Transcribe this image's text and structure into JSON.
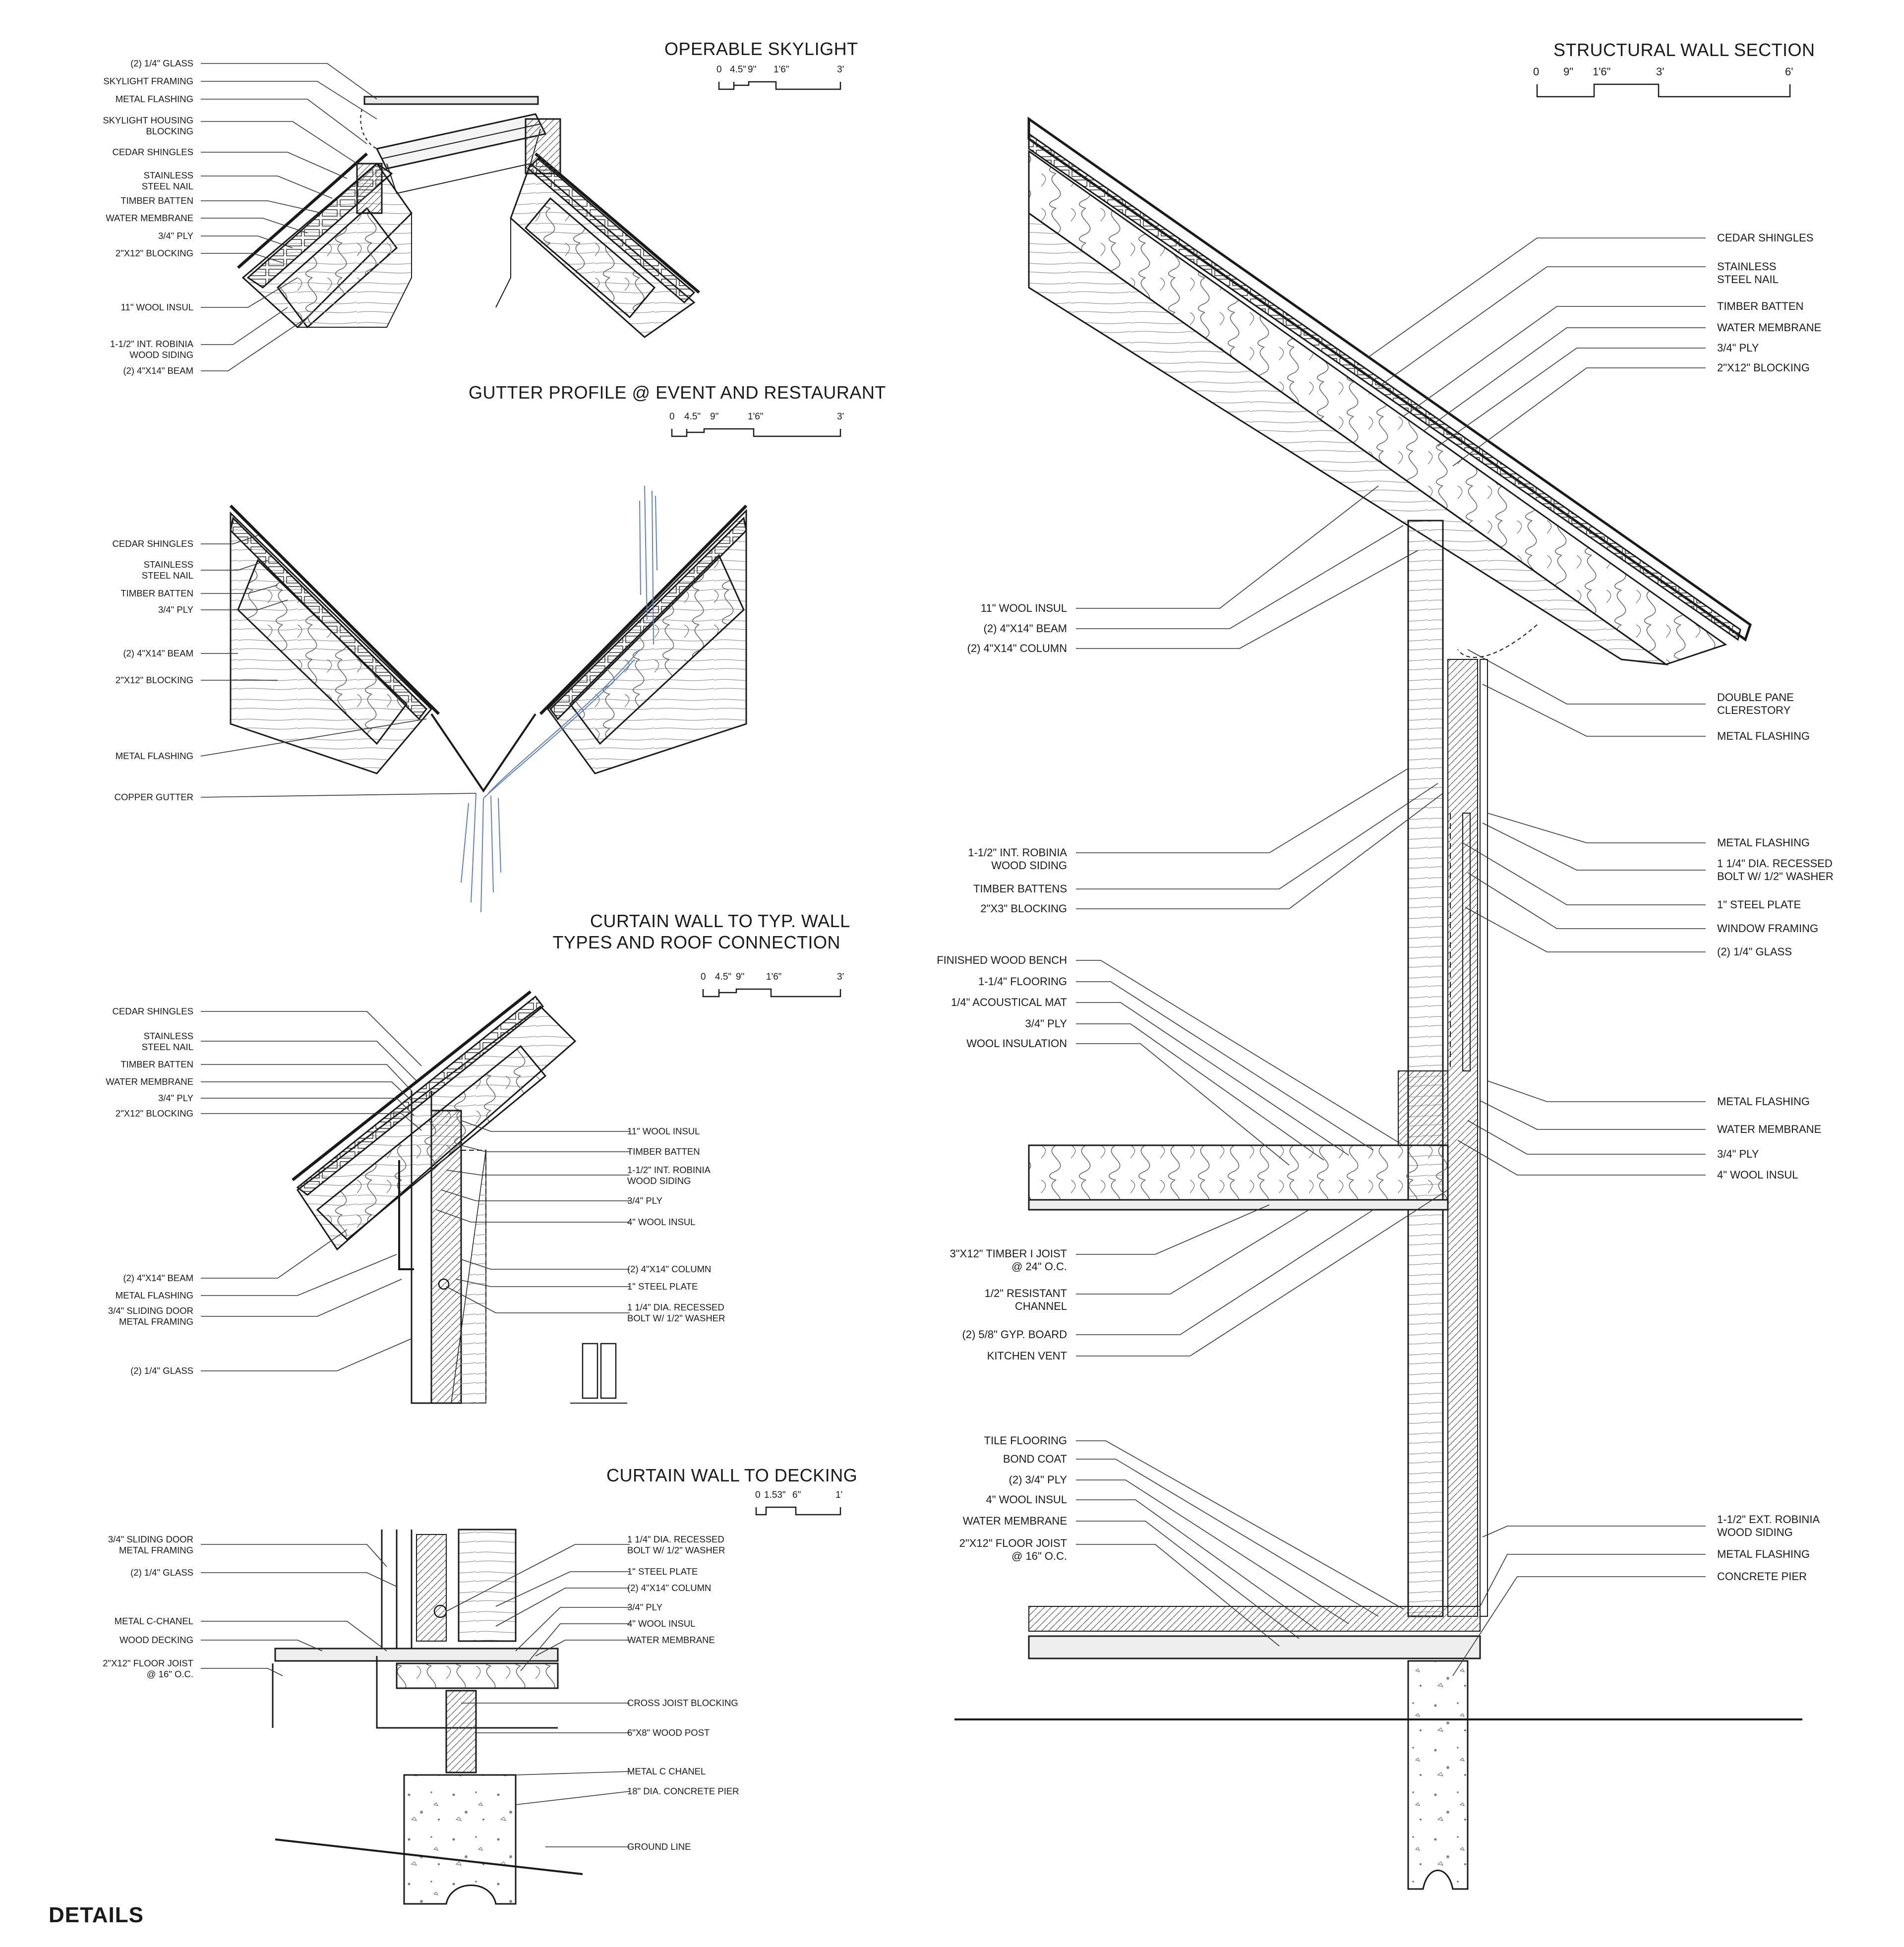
{
  "sheet_title": "DETAILS",
  "details": {
    "skylight": {
      "title": "OPERABLE SKYLIGHT",
      "scale": [
        "0",
        "4.5\"",
        "9\"",
        "1'6\"",
        "3'"
      ],
      "labels": [
        "(2) 1/4\" GLASS",
        "SKYLIGHT FRAMING",
        "METAL FLASHING",
        "SKYLIGHT HOUSING\nBLOCKING",
        "CEDAR SHINGLES",
        "STAINLESS\nSTEEL NAIL",
        "TIMBER BATTEN",
        "WATER MEMBRANE",
        "3/4\" PLY",
        "2\"x12\" BLOCKING",
        "11\" WOOL INSUL",
        "1-1/2\" INT. ROBINIA\nWOOD SIDING",
        "(2) 4\"x14\" BEAM"
      ]
    },
    "gutter": {
      "title": "GUTTER PROFILE @ EVENT AND RESTAURANT",
      "scale": [
        "0",
        "4.5\"",
        "9\"",
        "1'6\"",
        "3'"
      ],
      "labels": [
        "CEDAR SHINGLES",
        "STAINLESS\nSTEEL NAIL",
        "TIMBER BATTEN",
        "3/4\" PLY",
        "(2) 4\"x14\" BEAM",
        "2\"x12\" BLOCKING",
        "METAL FLASHING",
        "COPPER GUTTER"
      ]
    },
    "curtain_roof": {
      "title_line1": "CURTAIN WALL TO TYP. WALL",
      "title_line2": "TYPES AND ROOF CONNECTION",
      "scale": [
        "0",
        "4.5\"",
        "9\"",
        "1'6\"",
        "3'"
      ],
      "labels_left": [
        "CEDAR SHINGLES",
        "STAINLESS\nSTEEL NAIL",
        "TIMBER BATTEN",
        "WATER MEMBRANE",
        "3/4\" PLY",
        "2\"x12\" BLOCKING",
        "(2) 4\"x14\" BEAM",
        "METAL FLASHING",
        "3/4\" SLIDING DOOR\nMETAL FRAMING",
        "(2) 1/4\" GLASS"
      ],
      "labels_right": [
        "11\" WOOL INSUL",
        "TIMBER BATTEN",
        "1-1/2\" INT. ROBINIA\nWOOD SIDING",
        "3/4\" PLY",
        "4\" WOOL INSUL",
        "(2) 4\"x14\" COLUMN",
        "1\" STEEL PLATE",
        "1 1/4\" DIA. RECESSED\nBOLT w/ 1/2\" WASHER"
      ]
    },
    "curtain_deck": {
      "title": "CURTAIN WALL TO DECKING",
      "scale": [
        "0",
        "1.53\"",
        "6\"",
        "1'"
      ],
      "labels_left": [
        "3/4\" SLIDING DOOR\nMETAL FRAMING",
        "(2) 1/4\" GLASS",
        "METAL C-CHANEL",
        "WOOD DECKING",
        "2\"x12\" FLOOR JOIST\n@ 16\" O.C."
      ],
      "labels_right": [
        "1 1/4\" DIA. RECESSED\nBOLT w/ 1/2\" WASHER",
        "1\" STEEL PLATE",
        "(2) 4\"x14\" COLUMN",
        "3/4\" PLY",
        "4\" WOOL INSUL",
        "WATER MEMBRANE",
        "CROSS JOIST BLOCKING",
        "6\"x8\" WOOD POST",
        "METAL C CHANEL",
        "18\" DIA. CONCRETE PIER",
        "GROUND LINE"
      ]
    },
    "wall_section": {
      "title": "STRUCTURAL WALL SECTION",
      "scale": [
        "0",
        "9\"",
        "1'6\"",
        "3'",
        "6'"
      ],
      "labels_left": [
        "11\" WOOL INSUL",
        "(2) 4\"x14\" BEAM",
        "(2) 4\"x14\" COLUMN",
        "1-1/2\" INT. ROBINIA\nWOOD SIDING",
        "TIMBER BATTENS",
        "2\"x3\" BLOCKING",
        "FINISHED WOOD BENCH",
        "1-1/4\" FLOORING",
        "1/4\" ACOUSTICAL MAT",
        "3/4\" PLY",
        "WOOL INSULATION",
        "3\"x12\" TIMBER I JOIST\n@ 24\" O.C.",
        "1/2\" RESISTANT\nCHANNEL",
        "(2) 5/8\" GYP. BOARD",
        "KITCHEN VENT",
        "TILE FLOORING",
        "BOND COAT",
        "(2) 3/4\" PLY",
        "4\" WOOL INSUL",
        "WATER MEMBRANE",
        "2\"x12\" FLOOR JOIST\n@ 16\" O.C."
      ],
      "labels_right": [
        "CEDAR SHINGLES",
        "STAINLESS\nSTEEL NAIL",
        "TIMBER BATTEN",
        "WATER MEMBRANE",
        "3/4\" PLY",
        "2\"x12\" BLOCKING",
        "DOUBLE PANE\nCLERESTORY",
        "METAL FLASHING",
        "METAL FLASHING",
        "1 1/4\" DIA. RECESSED\nBOLT w/ 1/2\" WASHER",
        "1\" STEEL PLATE",
        "WINDOW FRAMING",
        "(2) 1/4\" GLASS",
        "METAL FLASHING",
        "WATER MEMBRANE",
        "3/4\" PLY",
        "4\" WOOL INSUL",
        "1-1/2\" EXT. ROBINIA\nWOOD SIDING",
        "METAL FLASHING",
        "CONCRETE PIER"
      ]
    }
  },
  "colors": {
    "line": "#1a1a1a",
    "water": "#5b7fc0",
    "fill": "#f4f4f4"
  }
}
